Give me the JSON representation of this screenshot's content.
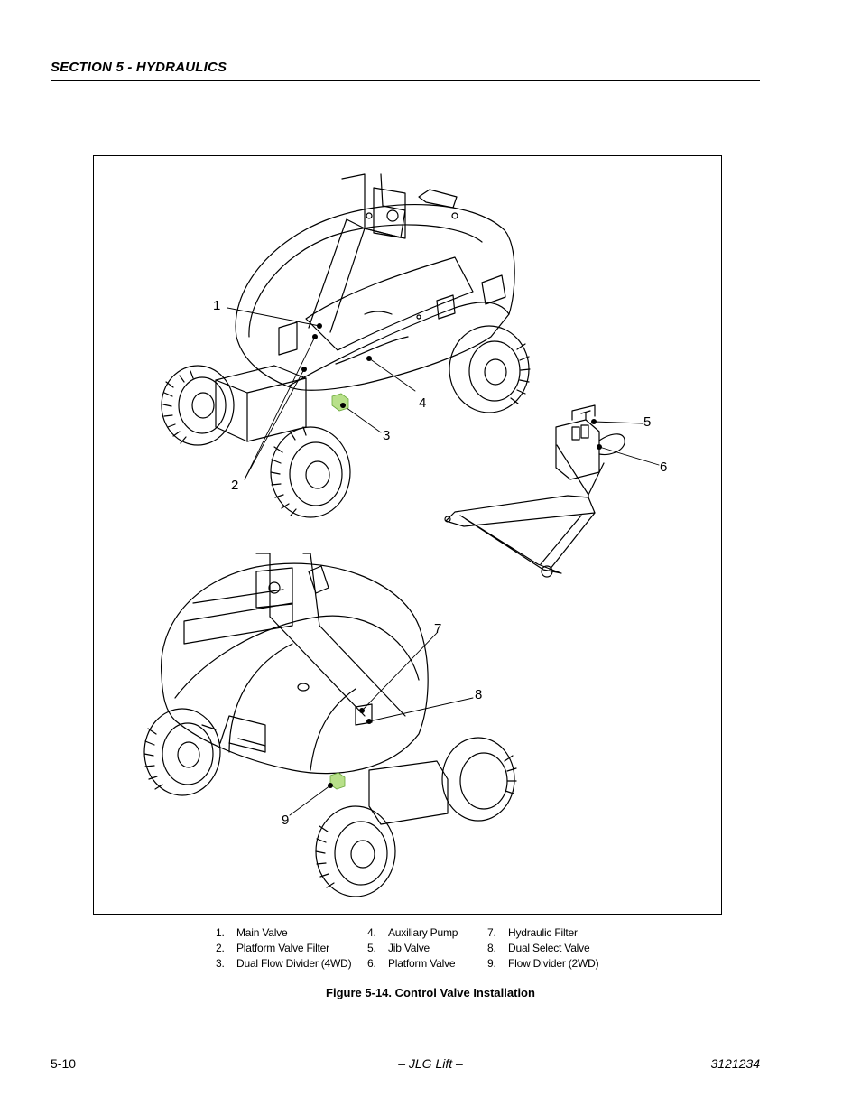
{
  "header": {
    "section_title": "SECTION 5 - HYDRAULICS"
  },
  "figure": {
    "callouts": [
      "1",
      "2",
      "3",
      "4",
      "5",
      "6",
      "7",
      "8",
      "9"
    ],
    "legend": {
      "col1": [
        {
          "num": "1.",
          "label": "Main Valve"
        },
        {
          "num": "2.",
          "label": "Platform Valve Filter"
        },
        {
          "num": "3.",
          "label": "Dual Flow Divider (4WD)"
        }
      ],
      "col2": [
        {
          "num": "4.",
          "label": "Auxiliary Pump"
        },
        {
          "num": "5.",
          "label": "Jib Valve"
        },
        {
          "num": "6.",
          "label": "Platform Valve"
        }
      ],
      "col3": [
        {
          "num": "7.",
          "label": "Hydraulic Filter"
        },
        {
          "num": "8.",
          "label": "Dual Select Valve"
        },
        {
          "num": "9.",
          "label": "Flow Divider (2WD)"
        }
      ]
    },
    "caption": "Figure 5-14.  Control Valve Installation",
    "colors": {
      "highlight": "#b8e08a",
      "line": "#000000"
    }
  },
  "footer": {
    "page_number": "5-10",
    "publisher": "– JLG Lift –",
    "document_number": "3121234"
  }
}
